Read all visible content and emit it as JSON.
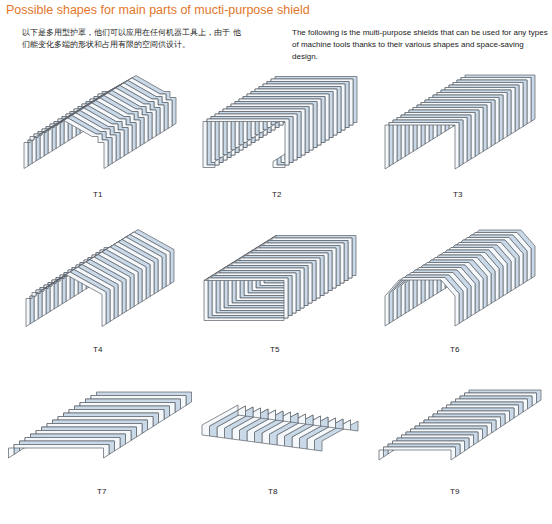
{
  "diagram": {
    "title": "Possible shapes for main parts of mucti-purpose shield",
    "labels": [
      "以下是多用型护罩，他们可以应用在任何机器工具上，由于 他们能变化多端的形状和占用有限的空间供设计。",
      "The following is the multi-purpose shields that can be used for any types of machine tools thanks to their various shapes and space-saving design.",
      "T1",
      "T2",
      "T3",
      "T4",
      "T5",
      "T6",
      "T7",
      "T8",
      "T9"
    ]
  }
}
